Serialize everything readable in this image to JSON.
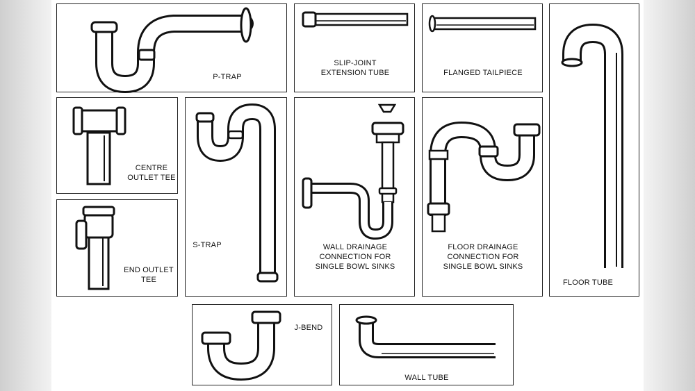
{
  "panels": {
    "p_trap": "P-TRAP",
    "slip_joint": "SLIP-JOINT\nEXTENSION TUBE",
    "flanged_tailpiece": "FLANGED TAILPIECE",
    "floor_tube": "FLOOR TUBE",
    "centre_outlet_tee": "CENTRE\nOUTLET TEE",
    "s_trap": "S-TRAP",
    "wall_drainage": "WALL DRAINAGE\nCONNECTION FOR\nSINGLE BOWL SINKS",
    "floor_drainage": "FLOOR DRAINAGE\nCONNECTION FOR\nSINGLE BOWL SINKS",
    "end_outlet_tee": "END OUTLET\nTEE",
    "j_bend": "J-BEND",
    "wall_tube": "WALL TUBE"
  },
  "colors": {
    "line": "#111111",
    "panel_bg": "#ffffff",
    "side_blur": "#d9d9d9"
  }
}
